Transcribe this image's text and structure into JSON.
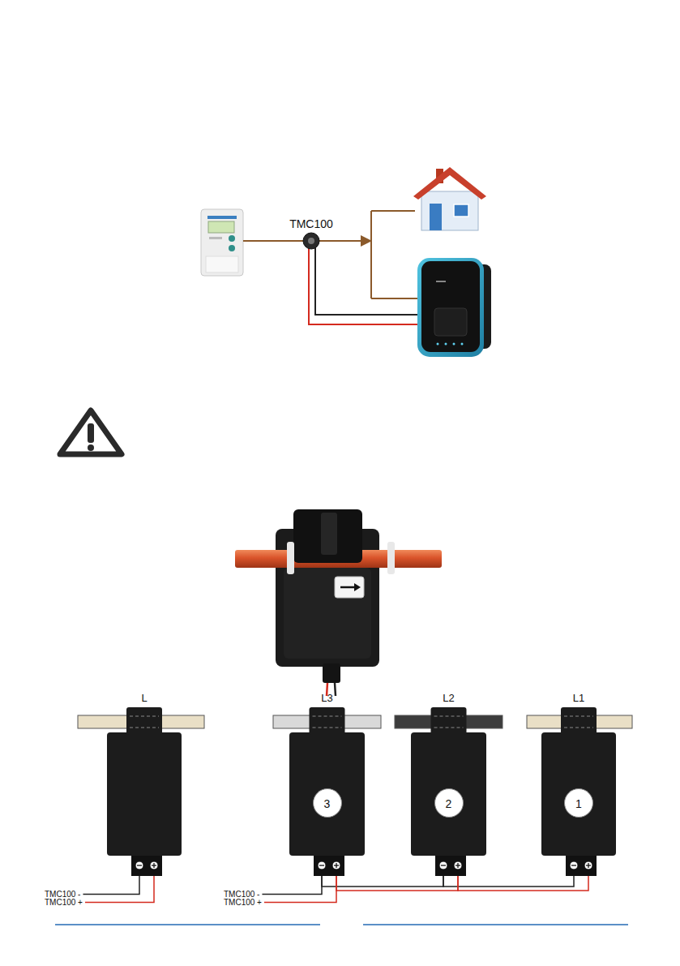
{
  "diagram": {
    "nodes": [
      {
        "text": [
          "TMC100"
        ]
      },
      {
        "text": [
          "L"
        ]
      },
      {
        "text": [
          "L3",
          "3"
        ]
      },
      {
        "text": [
          "L2",
          "2"
        ]
      },
      {
        "text": [
          "L1",
          "1"
        ]
      }
    ],
    "edges": [
      {
        "from": 2,
        "to": 3,
        "arrow": "none"
      },
      {
        "from": 3,
        "to": 4,
        "arrow": "none"
      }
    ],
    "labels": [
      "TMC100 -",
      "TMC100 +",
      "TMC100 -",
      "TMC100 +"
    ]
  }
}
